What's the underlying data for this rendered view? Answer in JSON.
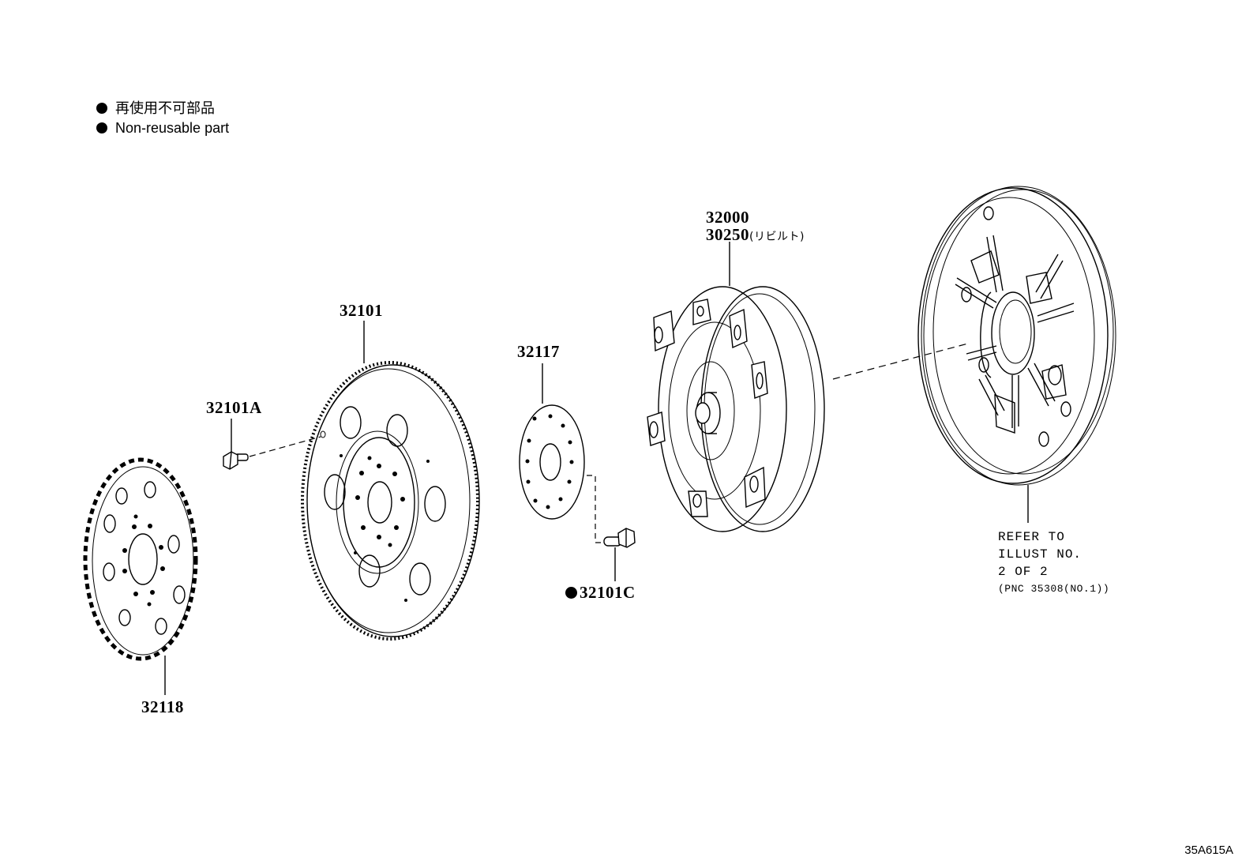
{
  "legend": {
    "line1": "再使用不可部品",
    "line2": "Non-reusable part"
  },
  "parts": {
    "p32118": "32118",
    "p32101": "32101",
    "p32101A": "32101A",
    "p32117": "32117",
    "p32101C": "32101C",
    "p32000": "32000",
    "p30250": "30250",
    "p30250_note": "(リビルト)"
  },
  "reference": {
    "line1": "REFER TO",
    "line2": "ILLUST NO.",
    "line3": "2 OF 2",
    "line4": "(PNC 35308(NO.1))"
  },
  "drawing_code": "35A615A"
}
